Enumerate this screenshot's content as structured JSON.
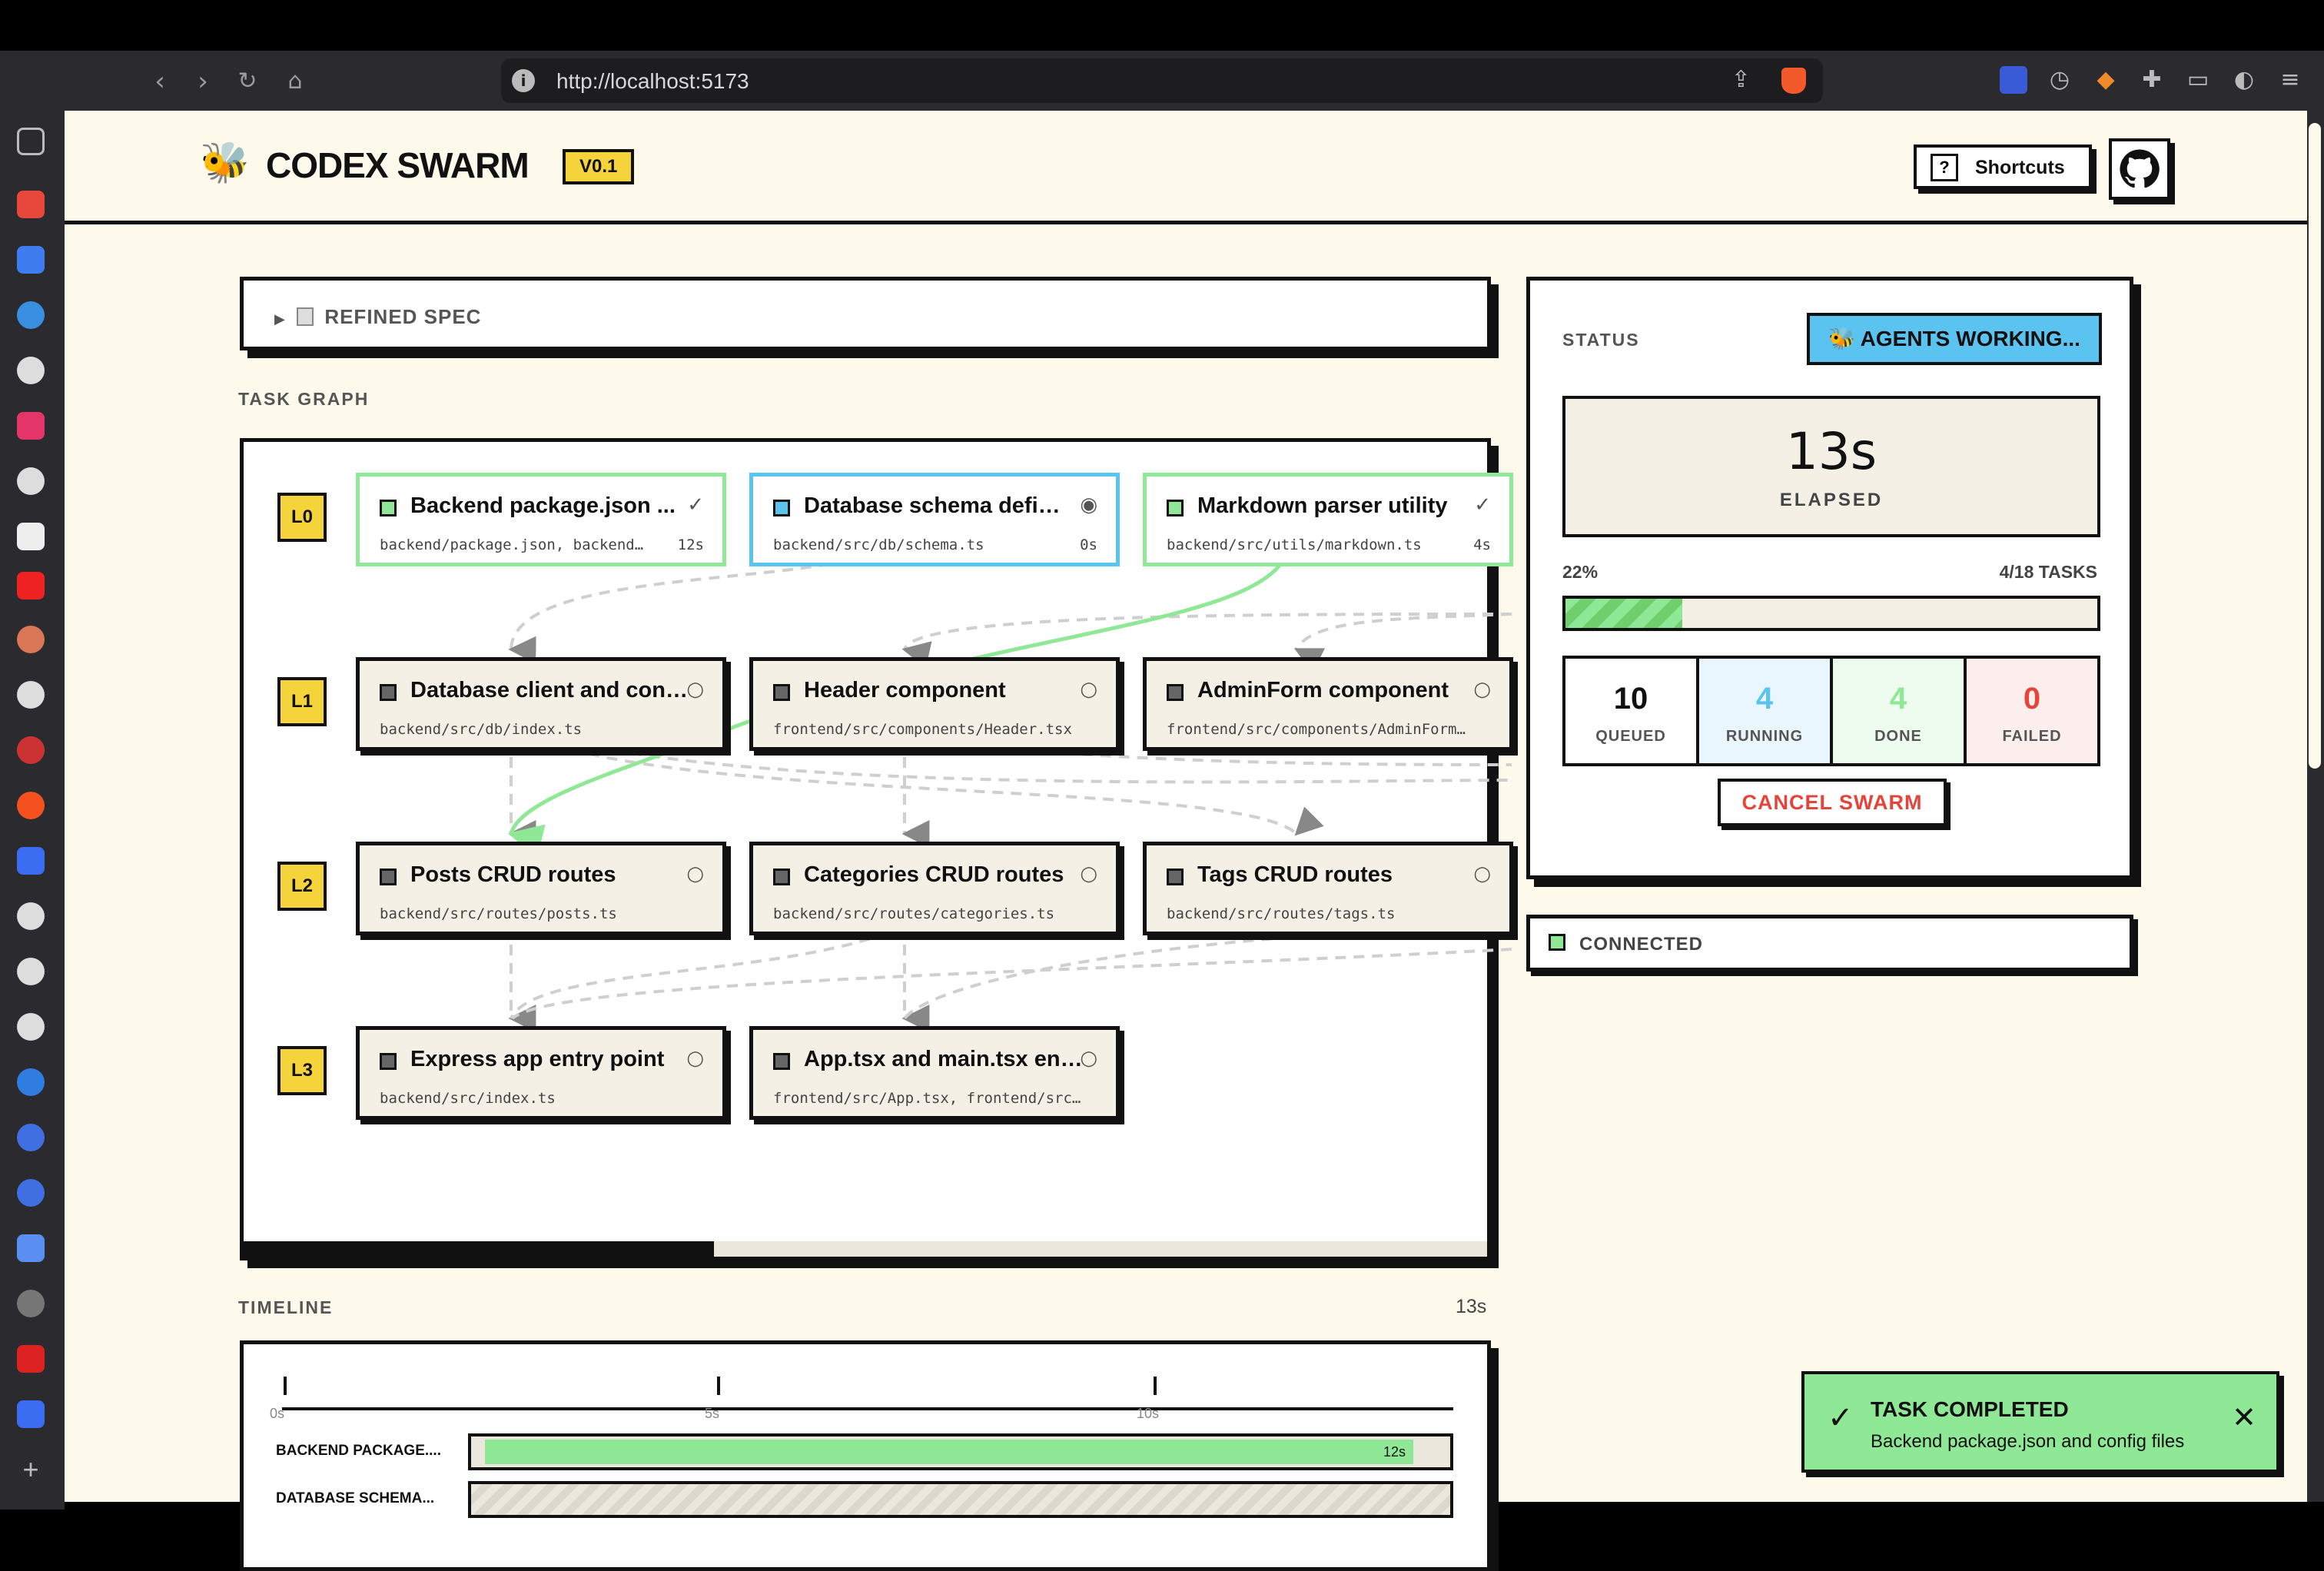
{
  "browser": {
    "url": "http://localhost:5173"
  },
  "header": {
    "title": "CODEX SWARM",
    "version": "V0.1",
    "shortcuts_key": "?",
    "shortcuts_label": "Shortcuts",
    "logo_icon": "bee-icon",
    "github_icon": "github-icon"
  },
  "spec": {
    "label": "REFINED SPEC"
  },
  "task_graph": {
    "label": "TASK GRAPH",
    "levels": [
      "L0",
      "L1",
      "L2",
      "L3"
    ],
    "nodes": [
      {
        "title": "Backend package.json ...",
        "path": "backend/package.json, backend…",
        "time": "12s",
        "status": "✓"
      },
      {
        "title": "Database schema defi…",
        "path": "backend/src/db/schema.ts",
        "time": "0s",
        "status": "◉"
      },
      {
        "title": "Markdown parser utility",
        "path": "backend/src/utils/markdown.ts",
        "time": "4s",
        "status": "✓"
      },
      {
        "title": "Database client and con…",
        "path": "backend/src/db/index.ts",
        "status": "○"
      },
      {
        "title": "Header component",
        "path": "frontend/src/components/Header.tsx",
        "status": "○"
      },
      {
        "title": "AdminForm component",
        "path": "frontend/src/components/AdminForm…",
        "status": "○"
      },
      {
        "title": "Posts CRUD routes",
        "path": "backend/src/routes/posts.ts",
        "status": "○"
      },
      {
        "title": "Categories CRUD routes",
        "path": "backend/src/routes/categories.ts",
        "status": "○"
      },
      {
        "title": "Tags CRUD routes",
        "path": "backend/src/routes/tags.ts",
        "status": "○"
      },
      {
        "title": "Express app entry point",
        "path": "backend/src/index.ts",
        "status": "○"
      },
      {
        "title": "App.tsx and main.tsx en…",
        "path": "frontend/src/App.tsx, frontend/src…",
        "status": "○"
      }
    ]
  },
  "timeline": {
    "label": "TIMELINE",
    "elapsed": "13s",
    "ticks": [
      "0s",
      "5s",
      "10s"
    ],
    "rows": [
      {
        "label": "BACKEND PACKAGE....",
        "time": "12s"
      },
      {
        "label": "DATABASE SCHEMA..."
      }
    ]
  },
  "status": {
    "label": "STATUS",
    "badge": "🐝 AGENTS WORKING...",
    "elapsed_value": "13s",
    "elapsed_label": "ELAPSED",
    "percent": "22%",
    "tasks": "4/18 TASKS",
    "progress": 0.22,
    "queued": "10",
    "queued_label": "QUEUED",
    "running": "4",
    "running_label": "RUNNING",
    "done": "4",
    "done_label": "DONE",
    "failed": "0",
    "failed_label": "FAILED",
    "cancel": "CANCEL SWARM"
  },
  "connection": {
    "label": "CONNECTED"
  },
  "toast": {
    "title": "TASK COMPLETED",
    "body": "Backend package.json and config files"
  },
  "colors": {
    "done": "#8fe896",
    "running": "#5bc3f0",
    "accent": "#f5d33b",
    "failed": "#e5443a"
  }
}
